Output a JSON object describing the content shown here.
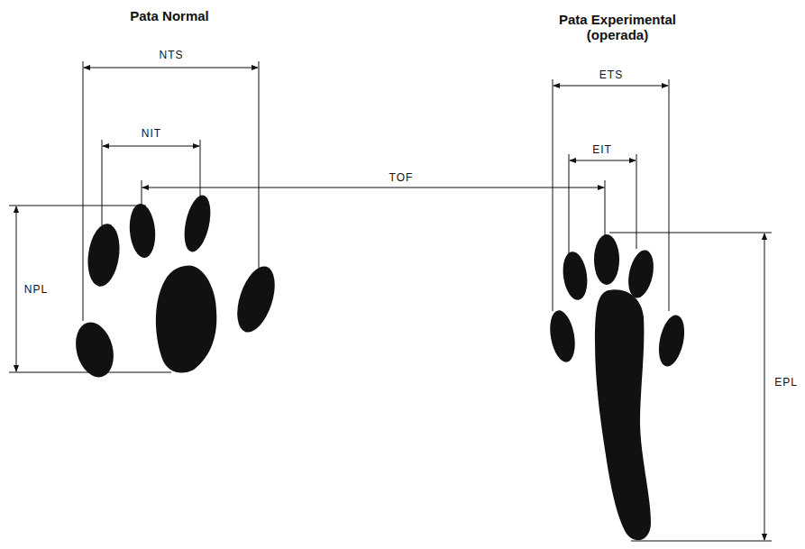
{
  "diagram": {
    "labels": [
      "Pata Normal",
      "Pata Experimental (operada)",
      "NTS",
      "NIT",
      "TOF",
      "NPL",
      "ETS",
      "EIT",
      "EPL"
    ]
  }
}
